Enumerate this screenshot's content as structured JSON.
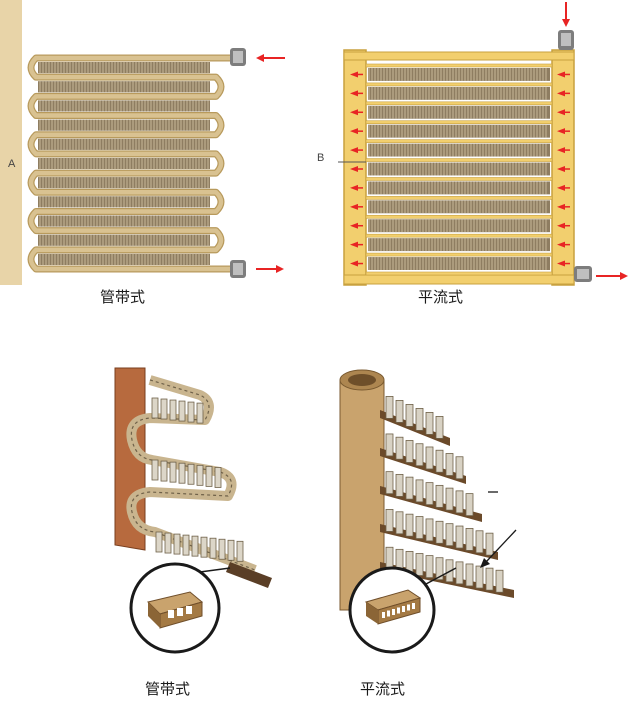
{
  "panels": {
    "serpentine": {
      "marker": "A",
      "caption": "管带式"
    },
    "parallel_flow": {
      "marker": "B",
      "caption": "平流式"
    },
    "serpentine_detail": {
      "caption": "管带式"
    },
    "parallel_flow_detail": {
      "caption": "平流式"
    }
  },
  "colors": {
    "tube": "#d9c291",
    "tube_edge": "#b89a5c",
    "fins": "#8e7d61",
    "header": "#f2cf6e",
    "header_edge": "#c8a13f",
    "flow_arrow": "#e82424",
    "fitting": "#7d7d7d",
    "backdrop": "#e8d4a8",
    "pipe": "#c9a36d",
    "wall": "#b76a3e"
  },
  "icons": [
    "flow-arrow-icon",
    "fitting-icon"
  ]
}
